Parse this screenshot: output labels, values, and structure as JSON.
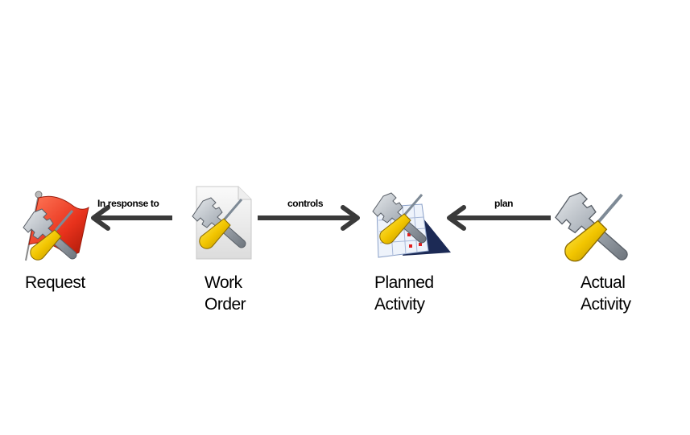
{
  "diagram": {
    "nodes": [
      {
        "id": "request",
        "label_lines": [
          "Request"
        ],
        "icon": "flag-wrench-screwdriver-icon"
      },
      {
        "id": "work-order",
        "label_lines": [
          "Work",
          "Order"
        ],
        "icon": "document-wrench-screwdriver-icon"
      },
      {
        "id": "planned-activity",
        "label_lines": [
          "Planned",
          "Activity"
        ],
        "icon": "calendar-wrench-screwdriver-icon"
      },
      {
        "id": "actual-activity",
        "label_lines": [
          "Actual",
          "Activity"
        ],
        "icon": "wrench-screwdriver-icon"
      }
    ],
    "edges": [
      {
        "from": "work-order",
        "to": "request",
        "label": "In response to"
      },
      {
        "from": "work-order",
        "to": "planned-activity",
        "label": "controls"
      },
      {
        "from": "actual-activity",
        "to": "planned-activity",
        "label": "plan"
      }
    ],
    "colors": {
      "arrow": "#3a3a3a",
      "flag": "#e8321c",
      "handle": "#f2c500",
      "metal": "#a9b0b8"
    }
  }
}
